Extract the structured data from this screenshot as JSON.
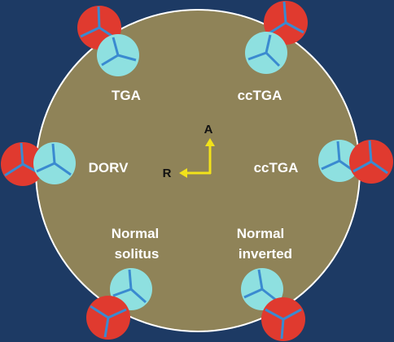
{
  "colors": {
    "background": "#1d3a64",
    "disc": "#8f8358",
    "disc_border": "#ffffff",
    "cyan_valve": "#8ee0e0",
    "red_valve": "#e03a2f",
    "leaflet_line": "#3a8ad0",
    "axis_arrow": "#f2e21a"
  },
  "labels": {
    "top_left": "TGA",
    "top_right": "ccTGA",
    "mid_left": "DORV",
    "mid_right": "ccTGA",
    "bottom_left_1": "Normal",
    "bottom_left_2": "solitus",
    "bottom_right_1": "Normal",
    "bottom_right_2": "inverted"
  },
  "axis": {
    "anterior": "A",
    "right": "R"
  },
  "icons": {
    "cyan": "trileaflet-valve-icon",
    "red": "trileaflet-valve-icon"
  }
}
